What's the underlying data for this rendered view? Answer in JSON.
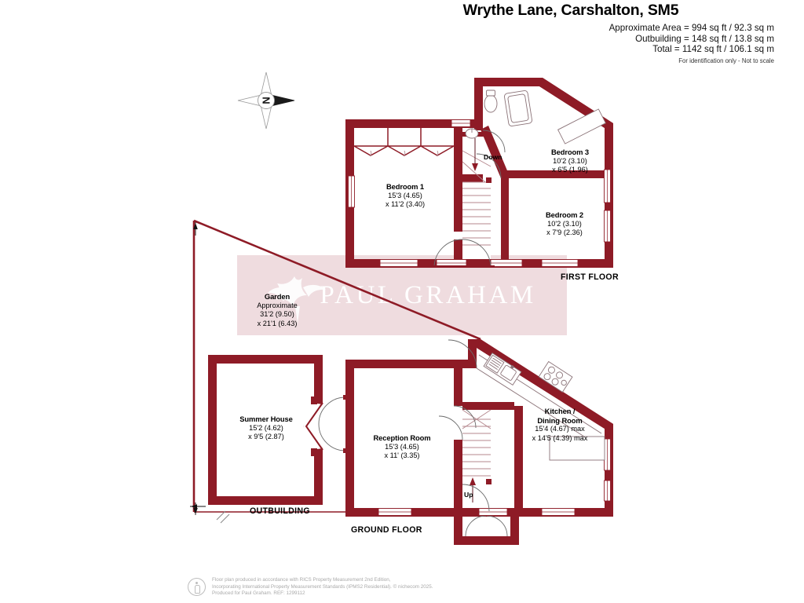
{
  "header": {
    "title": "Wrythe Lane, Carshalton, SM5",
    "lines": [
      "Approximate Area = 994 sq ft / 92.3 sq m",
      "Outbuilding = 148 sq ft / 13.8 sq m",
      "Total = 1142 sq ft / 106.1 sq m"
    ],
    "note": "For identification only - Not to scale"
  },
  "compass": {
    "letter": "N",
    "name": "north-arrow"
  },
  "watermark": {
    "text": "PAUL GRAHAM",
    "band_color": "#efdcdf",
    "text_color": "#ffffff"
  },
  "colors": {
    "wall": "#8e1b26",
    "wall_dark": "#7d1620",
    "fixture_line": "#9b7b80",
    "boundary": "#8e1b26",
    "text": "#000000",
    "footer_text": "#a9a9a9"
  },
  "floors": [
    {
      "id": "first-floor",
      "label": "FIRST FLOOR",
      "rooms": [
        {
          "name": "Bedroom 1",
          "dims": [
            "15'3 (4.65)",
            "x 11'2 (3.40)"
          ]
        },
        {
          "name": "Bedroom 3",
          "dims": [
            "10'2 (3.10)",
            "x 6'5 (1.96)"
          ]
        },
        {
          "name": "Bedroom 2",
          "dims": [
            "10'2 (3.10)",
            "x 7'9 (2.36)"
          ]
        }
      ],
      "annotations": [
        {
          "name": "stair-direction",
          "text": "Down"
        }
      ]
    },
    {
      "id": "ground-floor",
      "label": "GROUND FLOOR",
      "rooms": [
        {
          "name": "Reception Room",
          "dims": [
            "15'3 (4.65)",
            "x 11' (3.35)"
          ]
        },
        {
          "name": "Kitchen /",
          "name2": "Dining Room",
          "dims": [
            "15'4 (4.67) max",
            "x 14'5 (4.39) max"
          ]
        }
      ],
      "annotations": [
        {
          "name": "stair-direction",
          "text": "Up"
        }
      ]
    },
    {
      "id": "outbuilding",
      "label": "OUTBUILDING",
      "rooms": [
        {
          "name": "Summer House",
          "dims": [
            "15'2 (4.62)",
            "x 9'5 (2.87)"
          ]
        }
      ]
    }
  ],
  "garden": {
    "name": "Garden",
    "sub": "Approximate",
    "dims": [
      "31'2 (9.50)",
      "x 21'1 (6.43)"
    ]
  },
  "footer": {
    "lines": [
      "Floor plan produced in accordance with RICS Property Measurement 2nd Edition,",
      "Incorporating International Property Measurement Standards (IPMS2 Residential).   © nichecom 2025.",
      "Produced for Paul Graham.    REF: 1299112"
    ]
  }
}
